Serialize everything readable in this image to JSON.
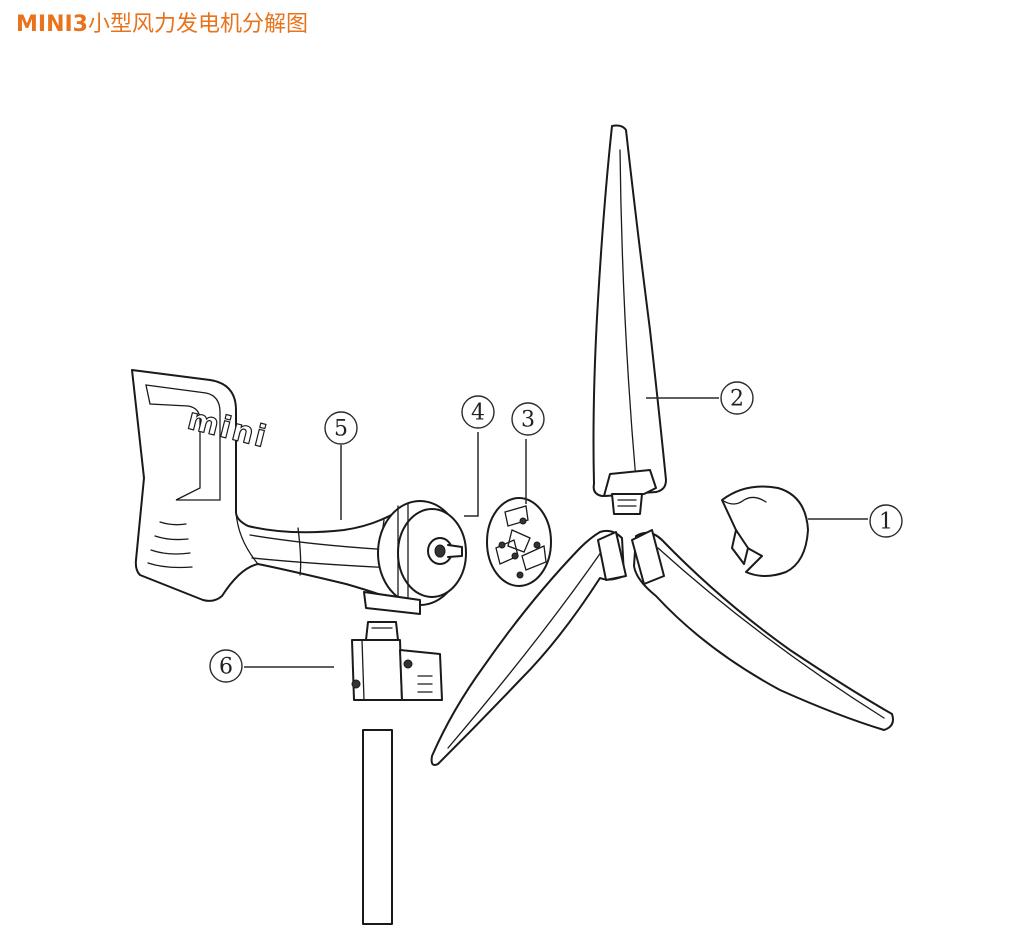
{
  "title": {
    "model": "MINI3",
    "text": "小型风力发电机分解图"
  },
  "brand_on_tail": "mini",
  "colors": {
    "title": "#e8731c",
    "line": "#1a1a1a",
    "background": "#ffffff"
  },
  "parts": [
    {
      "number": "1"
    },
    {
      "number": "2"
    },
    {
      "number": "3"
    },
    {
      "number": "4"
    },
    {
      "number": "5"
    },
    {
      "number": "6"
    }
  ]
}
